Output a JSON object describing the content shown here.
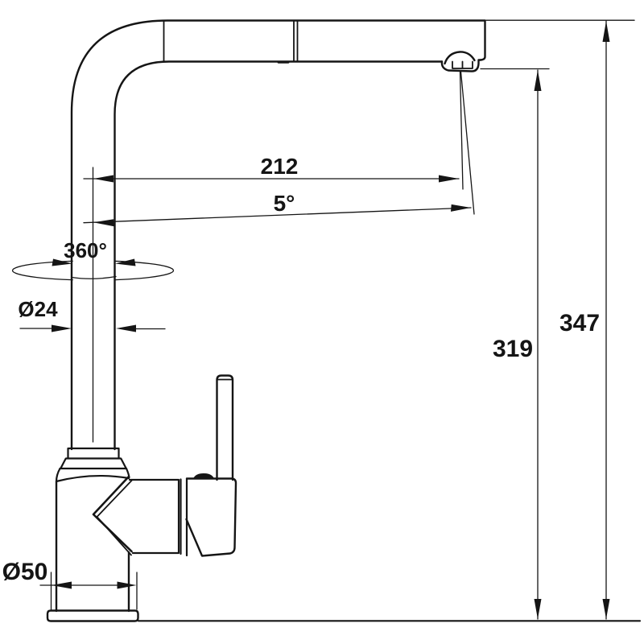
{
  "figure": {
    "type": "technical-drawing",
    "subject": "kitchen faucet with pull-out spray, side elevation",
    "background_color": "#ffffff",
    "line_color": "#151515",
    "labels": {
      "spout_reach": "212",
      "spray_angle": "5°",
      "swivel_rotation": "360°",
      "spout_tube_diameter": "Ø24",
      "base_diameter": "Ø50",
      "outlet_height": "319",
      "overall_height": "347"
    }
  }
}
